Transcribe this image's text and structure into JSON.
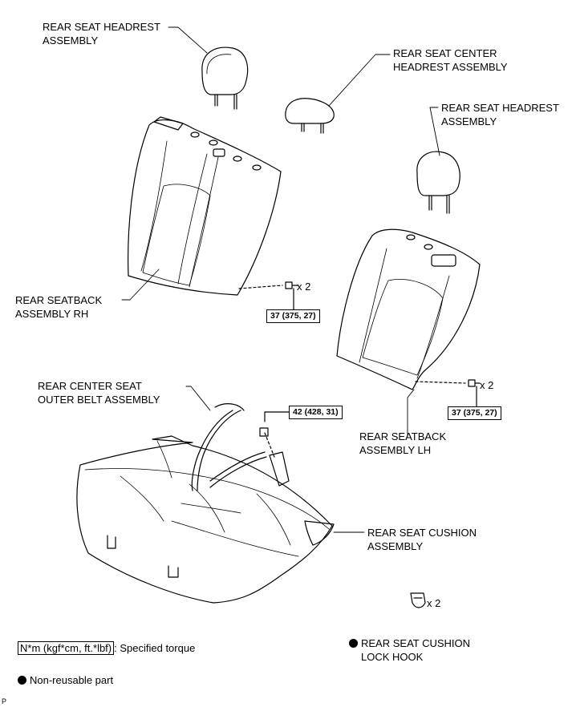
{
  "labels": {
    "rear_seat_headrest_rh": [
      "REAR SEAT HEADREST",
      "ASSEMBLY"
    ],
    "rear_seat_center_headrest": [
      "REAR SEAT CENTER",
      "HEADREST ASSEMBLY"
    ],
    "rear_seat_headrest_lh": [
      "REAR SEAT HEADREST",
      "ASSEMBLY"
    ],
    "rear_seatback_rh": [
      "REAR SEATBACK",
      "ASSEMBLY RH"
    ],
    "rear_seatback_lh": [
      "REAR SEATBACK",
      "ASSEMBLY LH"
    ],
    "rear_center_seat_belt": [
      "REAR CENTER SEAT",
      "OUTER BELT ASSEMBLY"
    ],
    "rear_seat_cushion": [
      "REAR SEAT CUSHION",
      "ASSEMBLY"
    ],
    "rear_seat_cushion_lock_hook": [
      "REAR SEAT CUSHION",
      "LOCK HOOK"
    ]
  },
  "torques": {
    "seatback_rh_bolt": "37 (375, 27)",
    "seatback_lh_bolt": "37 (375, 27)",
    "belt_bolt": "42 (428, 31)"
  },
  "quantities": {
    "seatback_rh_bolt": "x 2",
    "seatback_lh_bolt": "x 2",
    "lock_hook": "x 2"
  },
  "legend": {
    "torque_unit": "N*m (kgf*cm, ft.*lbf)",
    "torque_text": ": Specified torque",
    "non_reusable": "Non-reusable part"
  },
  "corner_mark": "P"
}
